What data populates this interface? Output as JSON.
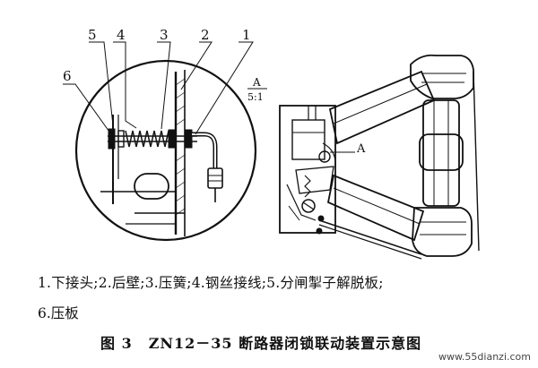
{
  "callouts": {
    "c1": "1",
    "c2": "2",
    "c3": "3",
    "c4": "4",
    "c5": "5",
    "c6": "6"
  },
  "detail": {
    "label": "A",
    "scale": "5:1",
    "view_label": "A"
  },
  "legend": {
    "line1": "1.下接头;2.后壁;3.压簧;4.钢丝接线;5.分闸掣子解脱板;",
    "line2": "6.压板"
  },
  "caption": {
    "figure_number": "图 3",
    "title": "ZN12－35 断路器闭锁联动装置示意图"
  },
  "watermark": "www.55dianzi.com",
  "colors": {
    "ink": "#111111",
    "background": "#ffffff"
  }
}
